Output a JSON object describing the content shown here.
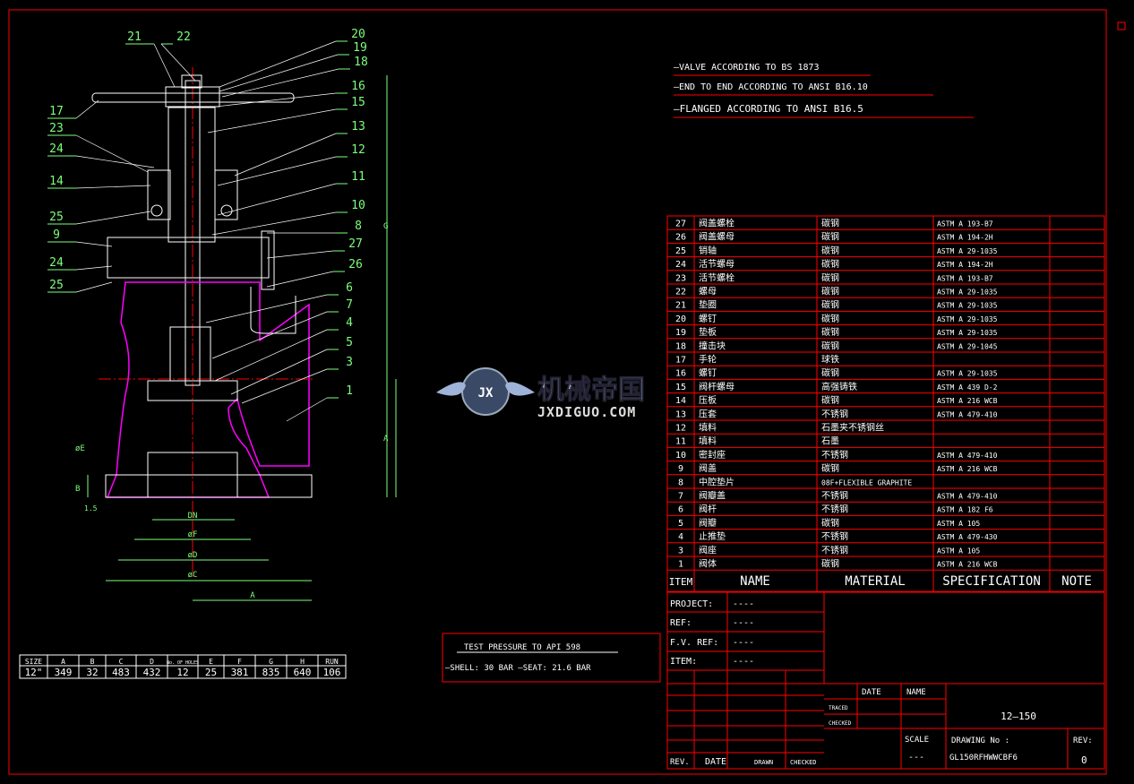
{
  "notes": [
    "—VALVE ACCORDING TO BS 1873",
    "—END TO END ACCORDING TO ANSI B16.10",
    "—FLANGED ACCORDING TO ANSI B16.5"
  ],
  "callouts": [
    "21",
    "22",
    "20",
    "19",
    "18",
    "17",
    "23",
    "16",
    "15",
    "24",
    "13",
    "14",
    "12",
    "25",
    "11",
    "9",
    "10",
    "8",
    "27",
    "24",
    "26",
    "25",
    "6",
    "7",
    "4",
    "5",
    "3",
    "1"
  ],
  "dimensions": {
    "e": "øE",
    "b": "B",
    "t": "1.5",
    "dn": "DN",
    "f": "øF",
    "d": "øD",
    "c": "øC",
    "a": "A",
    "g": "G",
    "a2": "A"
  },
  "size_table": {
    "headers": [
      "SIZE",
      "A",
      "B",
      "C",
      "D",
      "No. OF HOLES",
      "E",
      "F",
      "G",
      "H",
      "RUN"
    ],
    "values": [
      "12\"",
      "349",
      "32",
      "483",
      "432",
      "12",
      "25",
      "381",
      "835",
      "640",
      "106"
    ]
  },
  "test_pressure": {
    "title": "TEST PRESSURE TO API 598",
    "line": "—SHELL: 30 BAR   —SEAT: 21.6 BAR"
  },
  "bom": {
    "rows": [
      [
        "27",
        "阀盖螺栓",
        "碳钢",
        "ASTM A 193-B7"
      ],
      [
        "26",
        "阀盖螺母",
        "碳钢",
        "ASTM A 194-2H"
      ],
      [
        "25",
        "销轴",
        "碳钢",
        "ASTM A 29-1035"
      ],
      [
        "24",
        "活节螺母",
        "碳钢",
        "ASTM A 194-2H"
      ],
      [
        "23",
        "活节螺栓",
        "碳钢",
        "ASTM A 193-B7"
      ],
      [
        "22",
        "螺母",
        "碳钢",
        "ASTM A 29-1035"
      ],
      [
        "21",
        "垫圈",
        "碳钢",
        "ASTM A 29-1035"
      ],
      [
        "20",
        "螺钉",
        "碳钢",
        "ASTM A 29-1035"
      ],
      [
        "19",
        "垫板",
        "碳钢",
        "ASTM A 29-1035"
      ],
      [
        "18",
        "撞击块",
        "碳钢",
        "ASTM A 29-1045"
      ],
      [
        "17",
        "手轮",
        "球铁",
        ""
      ],
      [
        "16",
        "螺钉",
        "碳钢",
        "ASTM A 29-1035"
      ],
      [
        "15",
        "阀杆螺母",
        "高强铸铁",
        "ASTM A 439 D-2"
      ],
      [
        "14",
        "压板",
        "碳钢",
        "ASTM A 216 WCB"
      ],
      [
        "13",
        "压套",
        "不锈钢",
        "ASTM A 479-410"
      ],
      [
        "12",
        "填料",
        "石墨夹不锈钢丝",
        ""
      ],
      [
        "11",
        "填料",
        "石墨",
        ""
      ],
      [
        "10",
        "密封座",
        "不锈钢",
        "ASTM A 479-410"
      ],
      [
        "9",
        "阀盖",
        "碳钢",
        "ASTM A 216 WCB"
      ],
      [
        "8",
        "中腔垫片",
        "08F+FLEXIBLE GRAPHITE",
        ""
      ],
      [
        "7",
        "阀瓣盖",
        "不锈钢",
        "ASTM A 479-410"
      ],
      [
        "6",
        "阀杆",
        "不锈钢",
        "ASTM A 182 F6"
      ],
      [
        "5",
        "阀瓣",
        "碳钢",
        "ASTM A 105"
      ],
      [
        "4",
        "止推垫",
        "不锈钢",
        "ASTM A 479-430"
      ],
      [
        "3",
        "阀座",
        "不锈钢",
        "ASTM A 105"
      ],
      [
        "1",
        "阀体",
        "碳钢",
        "ASTM A 216 WCB"
      ]
    ],
    "header": {
      "item": "ITEM",
      "name": "NAME",
      "material": "MATERIAL",
      "spec": "SPECIFICATION",
      "note": "NOTE"
    }
  },
  "title_block": {
    "project_label": "PROJECT:",
    "project_value": "----",
    "ref_label": "REF:",
    "ref_value": "----",
    "fv_label": "F.V. REF:",
    "fv_value": "----",
    "item_label": "ITEM:",
    "item_value": "----",
    "date": "DATE",
    "name": "NAME",
    "traced": "TRACED",
    "checked": "CHECKED",
    "rev": "REV.",
    "date2": "DATE",
    "drawn": "DRAWN",
    "checked2": "CHECKED",
    "scale": "SCALE",
    "scale_value": "---",
    "drawing_no_label": "DRAWING No :",
    "drawing_no": "GL150RFHWWCBF6",
    "rev_label": "REV:",
    "rev_value": "0",
    "code": "12—150"
  },
  "watermark": {
    "cn": "机械帝国",
    "url": "JXDIGUO.COM",
    "emblem": "JX"
  },
  "colors": {
    "frame": "#ff0000",
    "text": "#ffffff",
    "dimension": "#7cff7c",
    "hatch": "#ff00ff",
    "outline": "#ffffff"
  }
}
